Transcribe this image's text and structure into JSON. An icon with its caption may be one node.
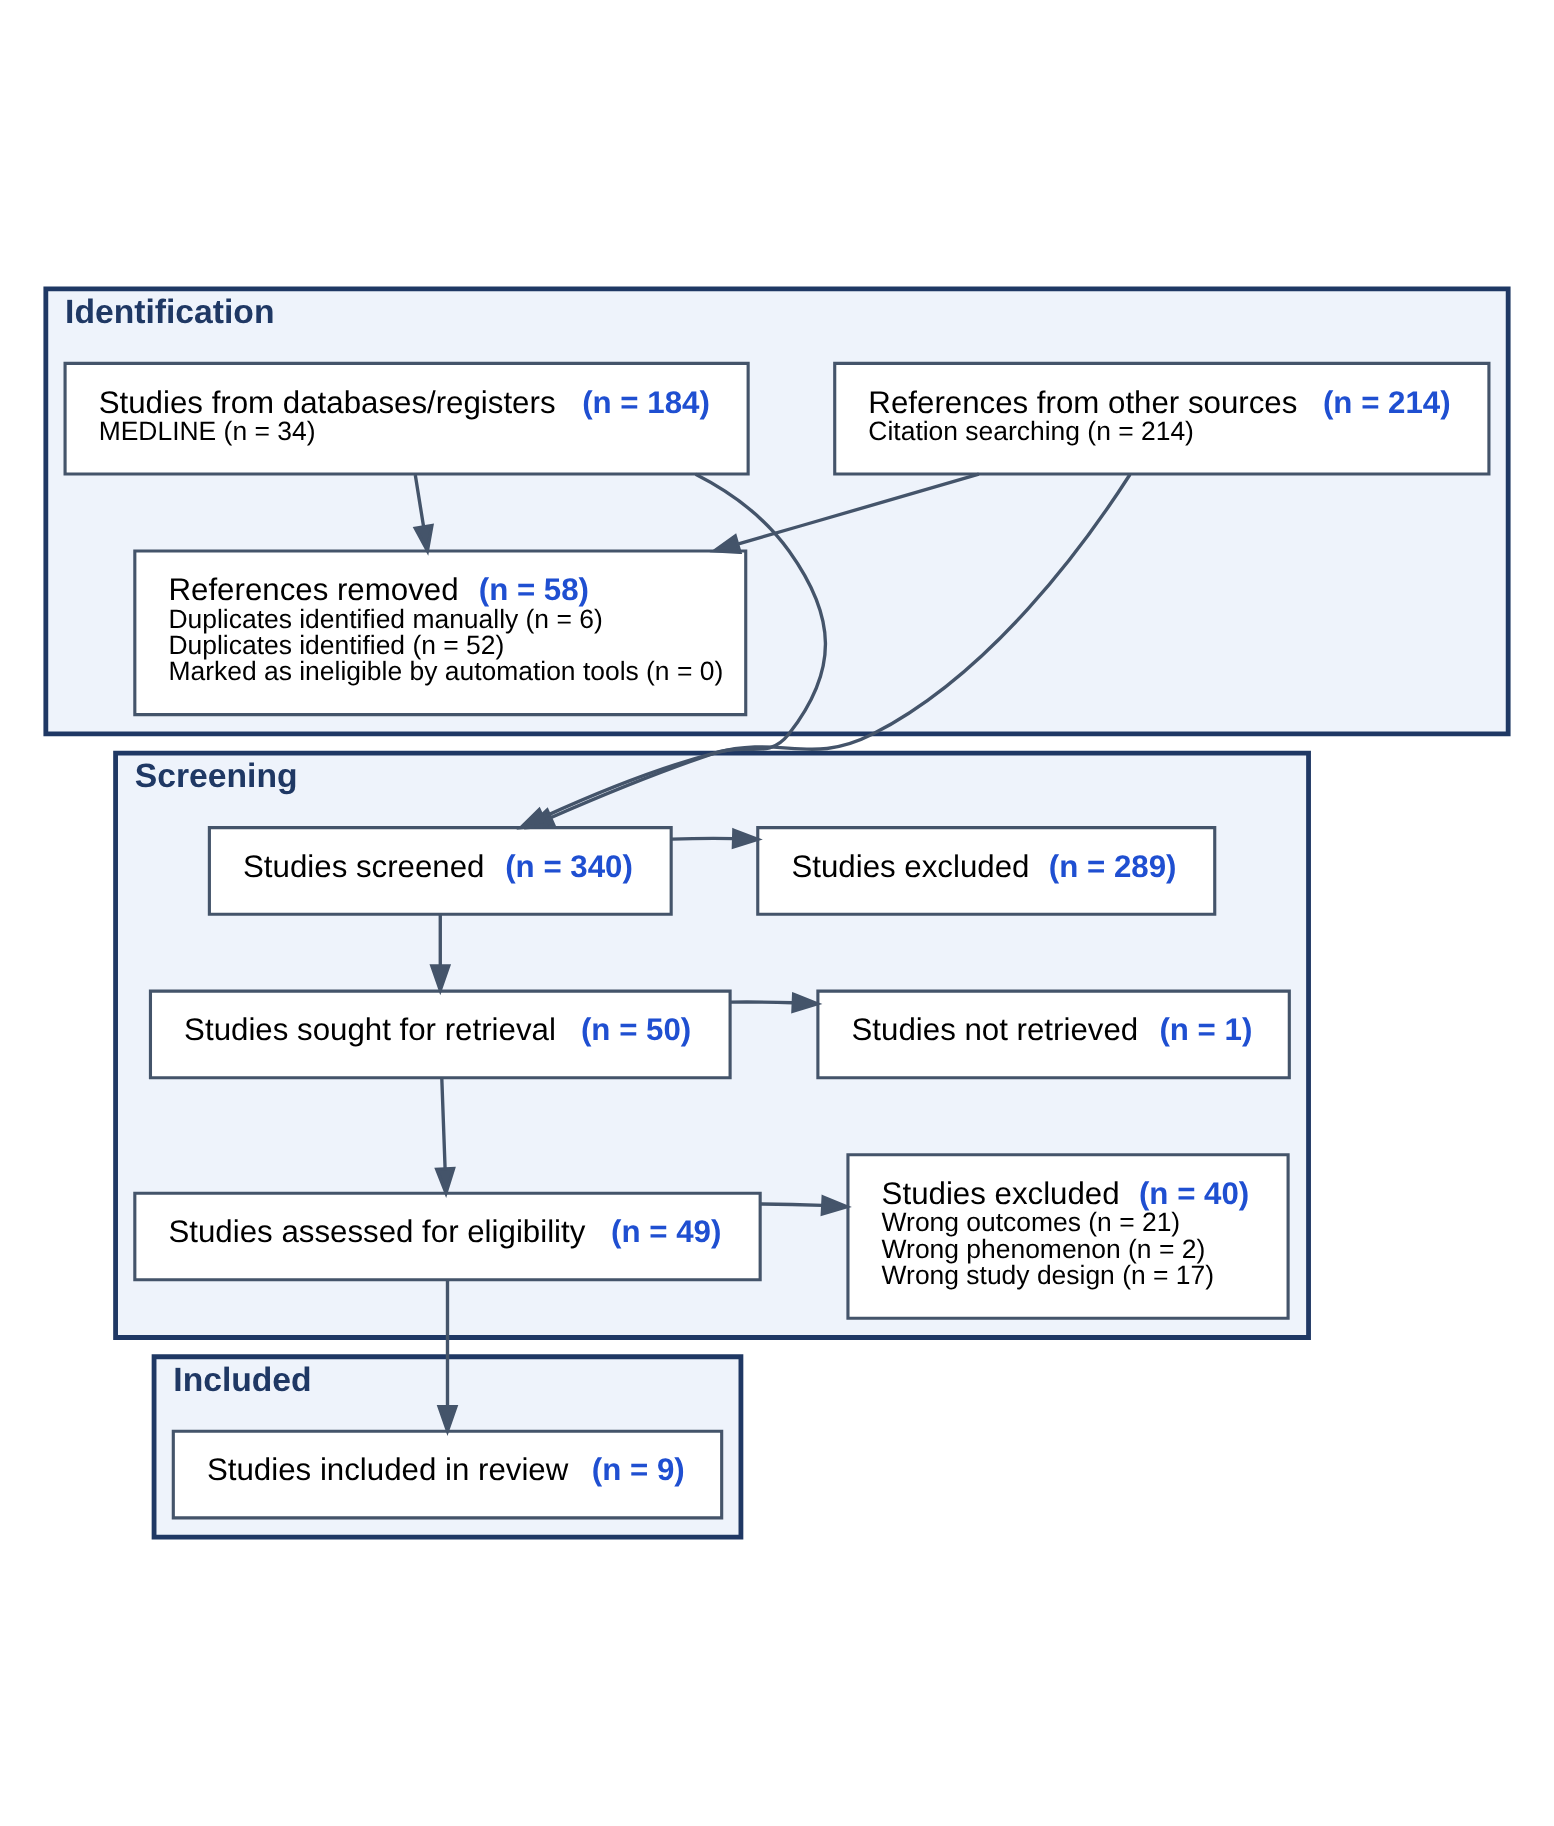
{
  "diagram": {
    "nodes": [
      {
        "text": [
          "Identification"
        ]
      },
      {
        "text": [
          "Studies from databases/registers **(n = 184)**",
          "MEDLINE (n = 34)"
        ],
        "in": 0
      },
      {
        "text": [
          "References from other sources **(n = 214)**",
          "Citation searching (n = 214)"
        ],
        "in": 0
      },
      {
        "text": [
          "References removed **(n = 58)**",
          "Duplicates identified manually (n = 6)",
          "Duplicates identified (n = 52)",
          "Marked as ineligible by automation tools (n = 0)"
        ],
        "in": 0
      },
      {
        "text": [
          "Screening"
        ]
      },
      {
        "text": [
          "Studies screened **(n = 340)**"
        ],
        "in": 4
      },
      {
        "text": [
          "Studies excluded **(n = 289)**"
        ],
        "in": 4
      },
      {
        "text": [
          "Studies sought for retrieval **(n = 50)**"
        ],
        "in": 4
      },
      {
        "text": [
          "Studies not retrieved **(n = 1)**"
        ],
        "in": 4
      },
      {
        "text": [
          "Studies assessed for eligibility **(n = 49)**"
        ],
        "in": 4
      },
      {
        "text": [
          "Studies excluded **(n = 40)**",
          "Wrong outcomes (n = 21)",
          "Wrong phenomenon (n = 2)",
          "Wrong study design (n = 17)"
        ],
        "in": 4
      },
      {
        "text": [
          "Included"
        ]
      },
      {
        "text": [
          "Studies included in review **(n = 9)**"
        ],
        "in": 11
      }
    ],
    "edges": [
      {
        "from": 1,
        "to": 3,
        "arrow": "to"
      },
      {
        "from": 2,
        "to": 3,
        "arrow": "to"
      },
      {
        "from": 1,
        "to": 5,
        "arrow": "to"
      },
      {
        "from": 2,
        "to": 5,
        "arrow": "to"
      },
      {
        "from": 5,
        "to": 6,
        "arrow": "to"
      },
      {
        "from": 5,
        "to": 7,
        "arrow": "to"
      },
      {
        "from": 7,
        "to": 8,
        "arrow": "to"
      },
      {
        "from": 7,
        "to": 9,
        "arrow": "to"
      },
      {
        "from": 9,
        "to": 10,
        "arrow": "to"
      },
      {
        "from": 9,
        "to": 12,
        "arrow": "to"
      }
    ]
  }
}
